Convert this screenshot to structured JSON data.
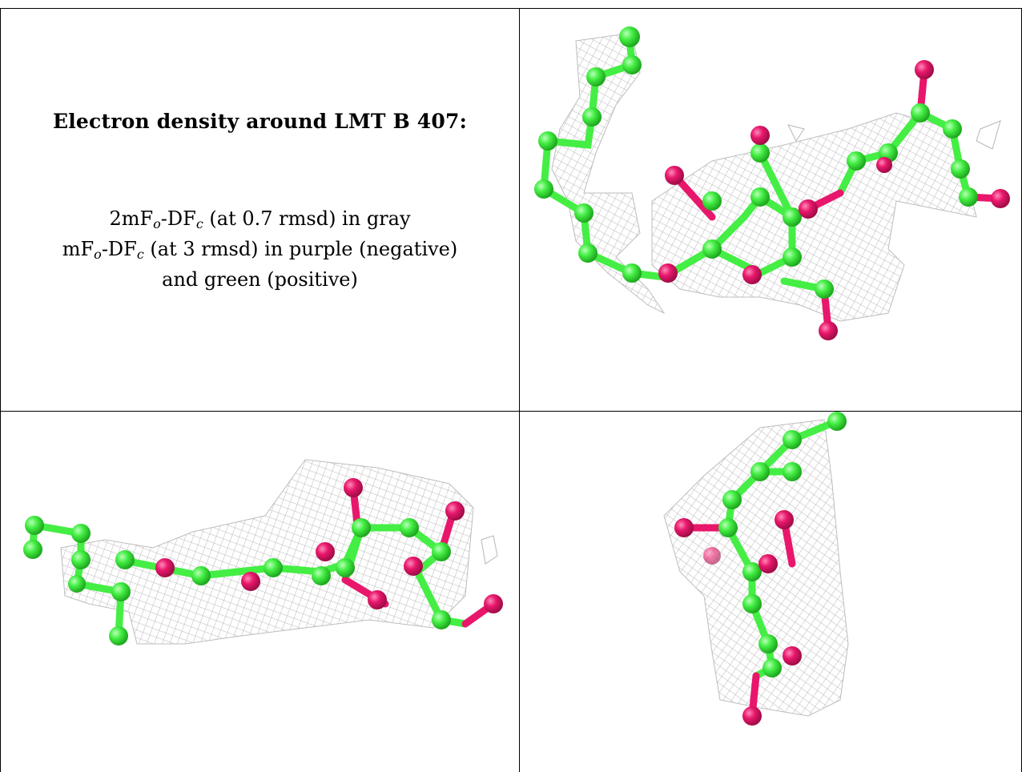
{
  "caption": {
    "title": "Electron density around LMT B 407:",
    "line1": {
      "pre": "2mF",
      "sub1": "o",
      "mid": "-DF",
      "sub2": "c",
      "post": " (at 0.7 rmsd) in gray"
    },
    "line2": {
      "pre": "mF",
      "sub1": "o",
      "mid": "-DF",
      "sub2": "c",
      "post": " (at 3 rmsd) in purple (negative)"
    },
    "line3": "and green (positive)"
  },
  "colors": {
    "carbon": "#44ee44",
    "oxygen": "#e8176b",
    "mesh": "#b7b7b7",
    "border": "#000000"
  },
  "panels": [
    {
      "name": "view-top-right",
      "description_icon": "molecule-view"
    },
    {
      "name": "view-bottom-left",
      "description_icon": "molecule-view"
    },
    {
      "name": "view-bottom-right",
      "description_icon": "molecule-view"
    }
  ]
}
